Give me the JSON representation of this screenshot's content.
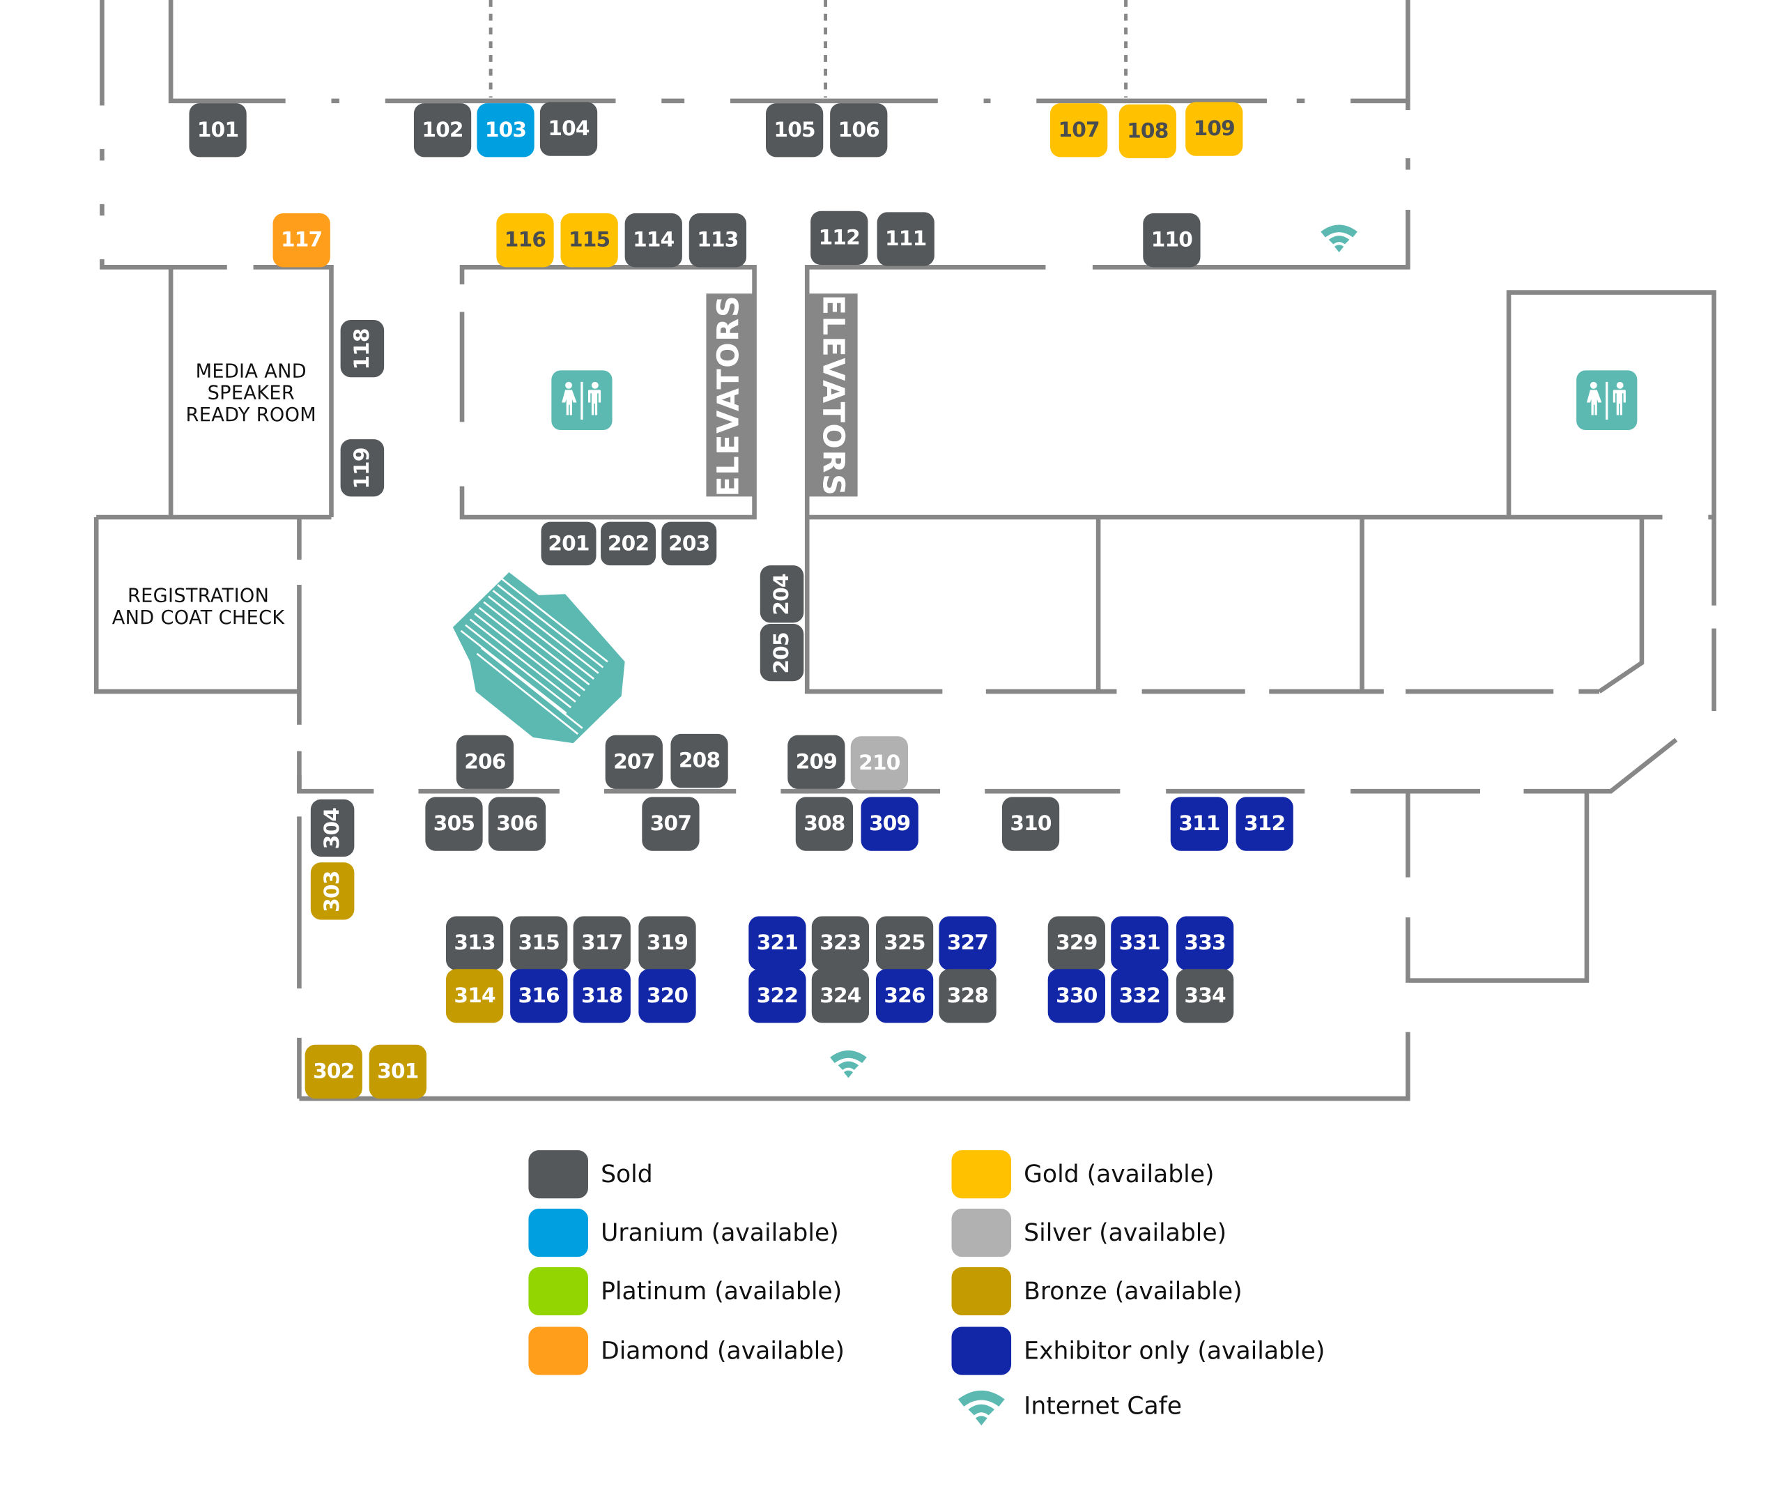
{
  "colors": {
    "sold": "#55585a",
    "uranium": "#009fdf",
    "platinum": "#93d500",
    "diamond": "#ff9e1b",
    "gold": "#ffc100",
    "silver": "#b1b1b1",
    "bronze": "#c49b00",
    "exhibitor": "#1226a8",
    "wall": "#878787",
    "teal": "#5bb9b2"
  },
  "rooms": {
    "media": "MEDIA AND\nSPEAKER\nREADY ROOM",
    "registration": "REGISTRATION\nAND COAT CHECK",
    "elevators_left": "ELEVATORS",
    "elevators_right": "ELEVATORS"
  },
  "booths": [
    {
      "id": "101",
      "status": "sold"
    },
    {
      "id": "102",
      "status": "sold"
    },
    {
      "id": "103",
      "status": "uranium"
    },
    {
      "id": "104",
      "status": "sold"
    },
    {
      "id": "105",
      "status": "sold"
    },
    {
      "id": "106",
      "status": "sold"
    },
    {
      "id": "107",
      "status": "gold"
    },
    {
      "id": "108",
      "status": "gold"
    },
    {
      "id": "109",
      "status": "gold"
    },
    {
      "id": "110",
      "status": "sold"
    },
    {
      "id": "111",
      "status": "sold"
    },
    {
      "id": "112",
      "status": "sold"
    },
    {
      "id": "113",
      "status": "sold"
    },
    {
      "id": "114",
      "status": "sold"
    },
    {
      "id": "115",
      "status": "gold"
    },
    {
      "id": "116",
      "status": "gold"
    },
    {
      "id": "117",
      "status": "diamond"
    },
    {
      "id": "118",
      "status": "sold"
    },
    {
      "id": "119",
      "status": "sold"
    },
    {
      "id": "201",
      "status": "sold"
    },
    {
      "id": "202",
      "status": "sold"
    },
    {
      "id": "203",
      "status": "sold"
    },
    {
      "id": "204",
      "status": "sold"
    },
    {
      "id": "205",
      "status": "sold"
    },
    {
      "id": "206",
      "status": "sold"
    },
    {
      "id": "207",
      "status": "sold"
    },
    {
      "id": "208",
      "status": "sold"
    },
    {
      "id": "209",
      "status": "sold"
    },
    {
      "id": "210",
      "status": "silver"
    },
    {
      "id": "301",
      "status": "bronze"
    },
    {
      "id": "302",
      "status": "bronze"
    },
    {
      "id": "303",
      "status": "bronze"
    },
    {
      "id": "304",
      "status": "sold"
    },
    {
      "id": "305",
      "status": "sold"
    },
    {
      "id": "306",
      "status": "sold"
    },
    {
      "id": "307",
      "status": "sold"
    },
    {
      "id": "308",
      "status": "sold"
    },
    {
      "id": "309",
      "status": "exhibitor"
    },
    {
      "id": "310",
      "status": "sold"
    },
    {
      "id": "311",
      "status": "exhibitor"
    },
    {
      "id": "312",
      "status": "exhibitor"
    },
    {
      "id": "313",
      "status": "sold"
    },
    {
      "id": "314",
      "status": "bronze"
    },
    {
      "id": "315",
      "status": "sold"
    },
    {
      "id": "316",
      "status": "exhibitor"
    },
    {
      "id": "317",
      "status": "sold"
    },
    {
      "id": "318",
      "status": "exhibitor"
    },
    {
      "id": "319",
      "status": "sold"
    },
    {
      "id": "320",
      "status": "exhibitor"
    },
    {
      "id": "321",
      "status": "exhibitor"
    },
    {
      "id": "322",
      "status": "exhibitor"
    },
    {
      "id": "323",
      "status": "sold"
    },
    {
      "id": "324",
      "status": "sold"
    },
    {
      "id": "325",
      "status": "sold"
    },
    {
      "id": "326",
      "status": "exhibitor"
    },
    {
      "id": "327",
      "status": "exhibitor"
    },
    {
      "id": "328",
      "status": "sold"
    },
    {
      "id": "329",
      "status": "sold"
    },
    {
      "id": "330",
      "status": "exhibitor"
    },
    {
      "id": "331",
      "status": "exhibitor"
    },
    {
      "id": "332",
      "status": "exhibitor"
    },
    {
      "id": "333",
      "status": "exhibitor"
    },
    {
      "id": "334",
      "status": "sold"
    }
  ],
  "icons": {
    "restroom": "restroom-icon",
    "wifi": "wifi-icon",
    "stage": "seating-area-icon"
  },
  "legend": [
    {
      "key": "sold",
      "label": "Sold"
    },
    {
      "key": "uranium",
      "label": "Uranium (available)"
    },
    {
      "key": "platinum",
      "label": "Platinum (available)"
    },
    {
      "key": "diamond",
      "label": "Diamond (available)"
    },
    {
      "key": "gold",
      "label": "Gold (available)"
    },
    {
      "key": "silver",
      "label": "Silver (available)"
    },
    {
      "key": "bronze",
      "label": "Bronze (available)"
    },
    {
      "key": "exhibitor",
      "label": "Exhibitor only (available)"
    },
    {
      "key": "wifi",
      "label": "Internet Cafe"
    }
  ]
}
